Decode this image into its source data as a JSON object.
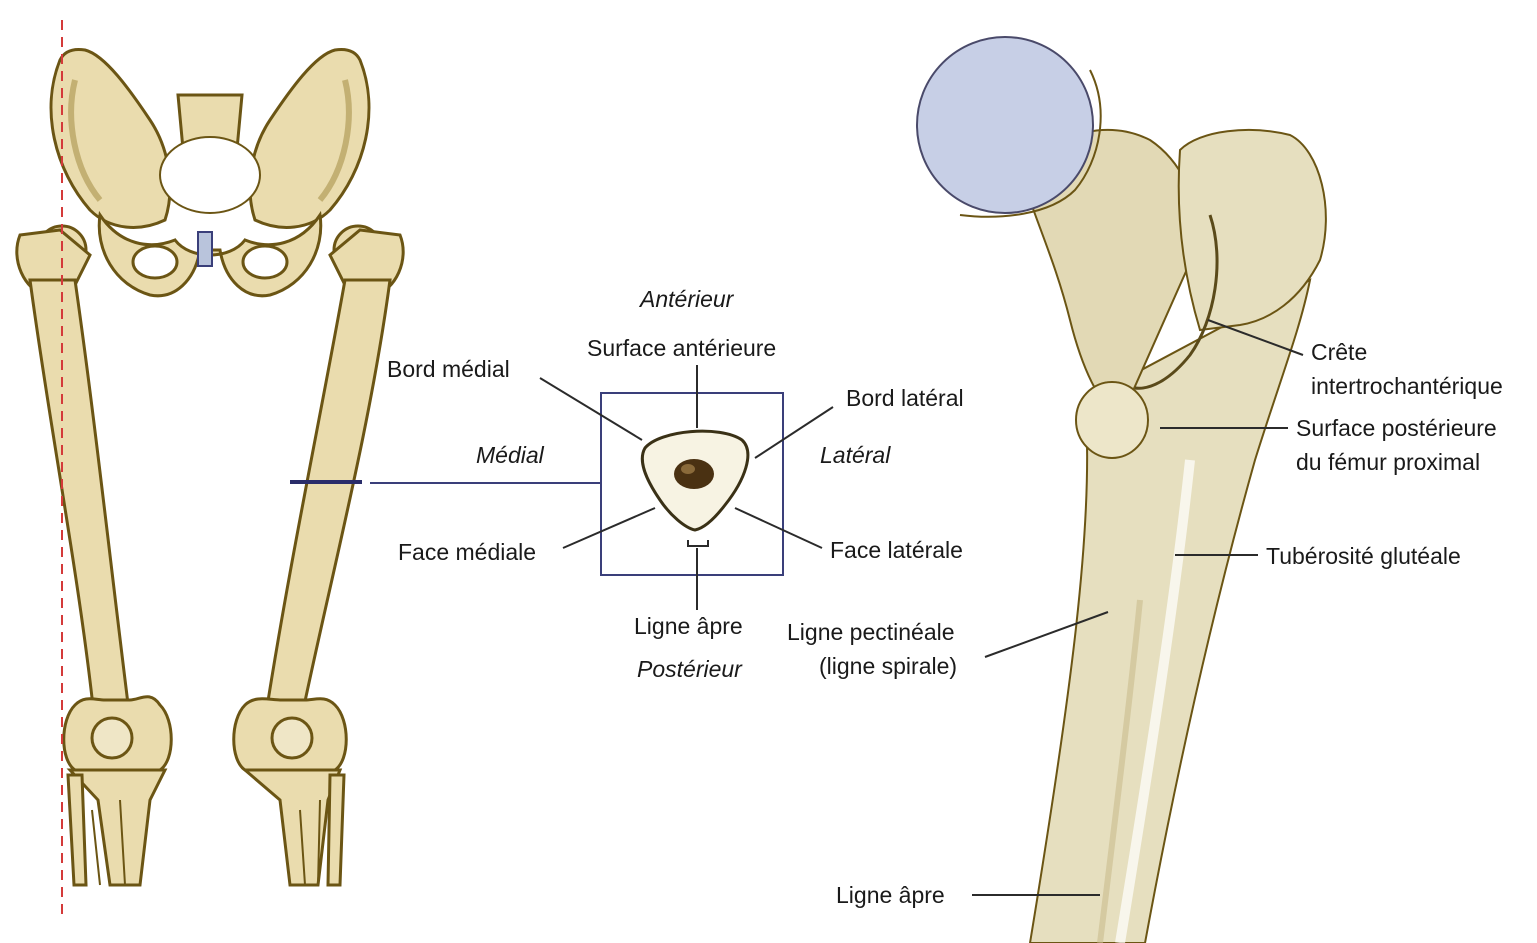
{
  "colors": {
    "bone": "#e6dfbf",
    "bone_shadow": "#c9bd8e",
    "bone_outline": "#6b5514",
    "skeleton_fill": "#eadcae",
    "skeleton_shade": "#9c8437",
    "femoral_head": "#c7cfe6",
    "leader_line": "#2b2b2b",
    "section_box": "#3a3f7a",
    "axis_dash": "#d43a3a",
    "background": "#ffffff"
  },
  "cross_section": {
    "orientation_top": "Antérieur",
    "orientation_bottom": "Postérieur",
    "orientation_left": "Médial",
    "orientation_right": "Latéral",
    "labels": {
      "anterior_surface": "Surface antérieure",
      "medial_border": "Bord médial",
      "lateral_border": "Bord latéral",
      "medial_face": "Face médiale",
      "lateral_face": "Face latérale",
      "linea_aspera": "Ligne âpre"
    }
  },
  "proximal_femur": {
    "intertrochanteric_crest_line1": "Crête",
    "intertrochanteric_crest_line2": "intertrochantérique",
    "posterior_surface_line1": "Surface postérieure",
    "posterior_surface_line2": "du fémur proximal",
    "gluteal_tuberosity": "Tubérosité glutéale",
    "pectineal_line_line1": "Ligne pectinéale",
    "pectineal_line_line2": "(ligne spirale)",
    "linea_aspera": "Ligne âpre"
  }
}
